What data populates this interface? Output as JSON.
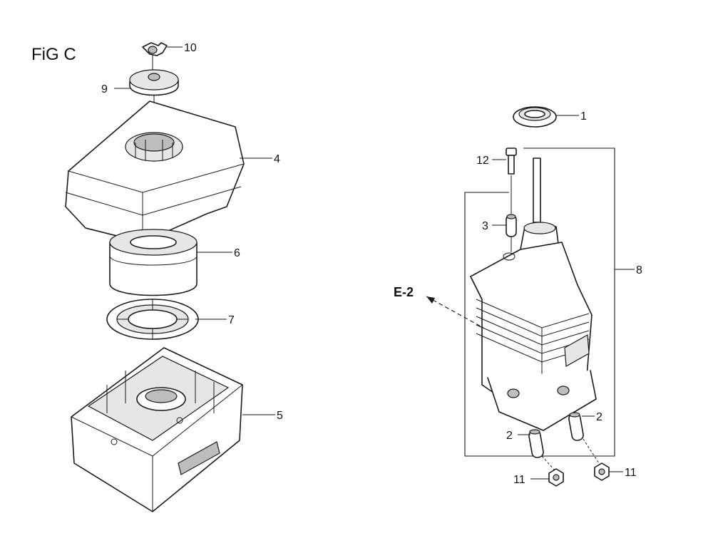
{
  "figure": {
    "title": "FiG C"
  },
  "callouts": {
    "c1": "1",
    "c2a": "2",
    "c2b": "2",
    "c3": "3",
    "c4": "4",
    "c5": "5",
    "c6": "6",
    "c7": "7",
    "c8": "8",
    "c9": "9",
    "c10": "10",
    "c11a": "11",
    "c11b": "11",
    "c12": "12"
  },
  "reference": {
    "e2": "E-2"
  }
}
